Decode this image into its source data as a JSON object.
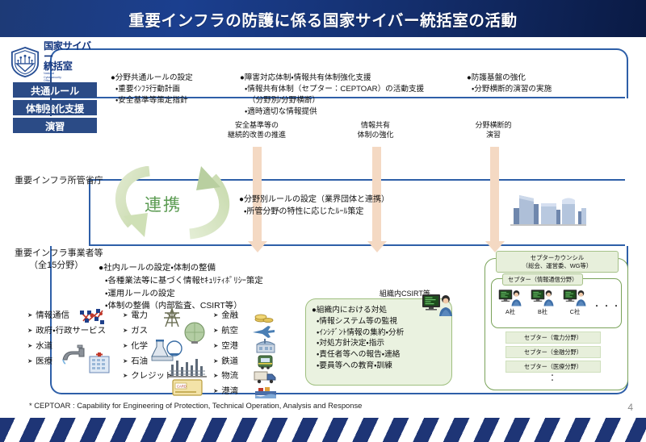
{
  "slide": {
    "title": "重要インフラの防護に係る国家サイバー統括室の活動",
    "page_number": "4",
    "footnote": "* CEPTOAR : Capability for Engineering of Protection, Technical Operation, Analysis and Response"
  },
  "colors": {
    "title_bar_dark": "#0a1a44",
    "title_bar_blue": "#1b3f8f",
    "band_line": "#2e5fa8",
    "tag_blue": "#2b4b86",
    "arrow_peach": "#f4d9c3",
    "green_text": "#5b9b52",
    "csirt_fill": "#eaf2e0",
    "ceptoar_border": "#7aa35a",
    "stripe_navy": "#1e3576"
  },
  "logo": {
    "emblem_icon": "shield-icon",
    "line1": "国家サイバー",
    "line2": "統括室",
    "english": "National\nCybersecurity\nOffice",
    "tags": [
      {
        "label": "共通ルール"
      },
      {
        "label": "体制強化支援"
      },
      {
        "label": "演習"
      }
    ]
  },
  "rows": [
    {
      "id": "nco",
      "label": ""
    },
    {
      "id": "ministry",
      "label": "重要インフラ所管省庁"
    },
    {
      "id": "operator",
      "label": "重要インフラ事業者等",
      "sublabel": "（全15分野）"
    }
  ],
  "top_groups": [
    {
      "heading": "●分野共通ルールの設定",
      "items": [
        "・重要ｲﾝﾌﾗ行動計画",
        "・安全基準等策定指針"
      ]
    },
    {
      "heading": "●障害対応体制・情報共有体制強化支援",
      "items": [
        "・情報共有体制（セプター：CEPTOAR）の活動支援",
        "（分野別/分野横断）",
        "・適時適切な情報提供"
      ]
    },
    {
      "heading": "●防護基盤の強化",
      "items": [
        "・分野横断的演習の実施"
      ]
    }
  ],
  "flow_arrows": [
    {
      "label": "安全基準等の\n継続的改善の推進"
    },
    {
      "label": "情報共有\n体制の強化"
    },
    {
      "label": "分野横断的\n演習"
    }
  ],
  "ministry_row": {
    "cycle_label": "連携",
    "cycle_icon": "circular-arrows-icon",
    "heading": "●分野別ルールの設定（業界団体と連携）",
    "items": [
      "・所管分野の特性に応じたﾙｰﾙ策定"
    ],
    "buildings_icon": "office-buildings-icon"
  },
  "operator_row": {
    "heading": "●社内ルールの設定・体制の整備",
    "items": [
      "・各種業法等に基づく情報ｾｷｭﾘﾃｨﾎﾟﾘｼｰ策定",
      "・運用ルールの設定",
      "・体制の整備（内部監査、CSIRT等）"
    ],
    "sector_columns": [
      {
        "sectors": [
          "情報通信",
          "政府・行政サービス",
          "水道",
          "医療"
        ],
        "icons": [
          "network-icon",
          "faucet-icon",
          "hospital-icon"
        ]
      },
      {
        "sectors": [
          "電力",
          "ガス",
          "化学",
          "石油",
          "クレジット"
        ],
        "icons": [
          "pylon-icon",
          "gas-tank-icon",
          "chemical-plant-icon",
          "refinery-icon",
          "credit-card-icon"
        ]
      },
      {
        "sectors": [
          "金融",
          "航空",
          "空港",
          "鉄道",
          "物流",
          "港湾"
        ],
        "icons": [
          "coins-icon",
          "airplane-icon",
          "airport-icon",
          "train-icon",
          "truck-icon",
          "port-icon"
        ]
      }
    ]
  },
  "csirt": {
    "title": "組織内CSIRT等",
    "heading": "●組織内における対処",
    "items": [
      "・情報システム等の監視",
      "・ｲﾝｼﾃﾞﾝﾄ情報の集約・分析",
      "・対処方針決定・指示",
      "・責任者等への報告・連絡",
      "・要員等への教育・訓練"
    ],
    "icon": "operator-at-computer-icon"
  },
  "ceptoar": {
    "council_line1": "セプターカウンシル",
    "council_line2": "（総会、運営委、WG等）",
    "group_title": "セプター（情報通信分野）",
    "firms": [
      {
        "name": "A社",
        "icon": "operator-at-computer-icon"
      },
      {
        "name": "B社",
        "icon": "operator-at-computer-icon"
      },
      {
        "name": "C社",
        "icon": "operator-at-computer-icon"
      }
    ],
    "firms_more": "・・・",
    "other_sectors": [
      "セプター（電力分野）",
      "セプター（金融分野）",
      "セプター（医療分野）"
    ],
    "vertical_dots": "・\n・"
  }
}
